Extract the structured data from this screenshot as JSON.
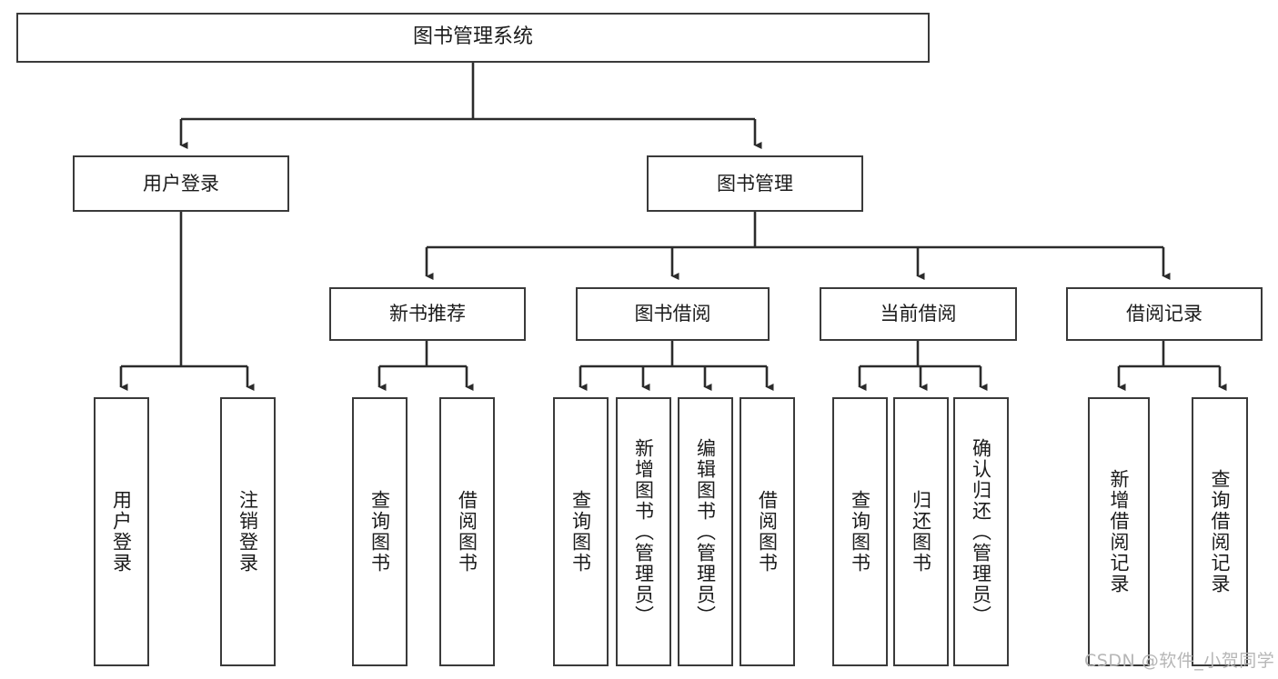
{
  "diagram": {
    "type": "tree",
    "title": "图书管理系统",
    "orientation": "top-down",
    "colors": {
      "box_border": "#3a3a3a",
      "box_fill": "#ffffff",
      "connector": "#2b2b2b",
      "text": "#1b1b1b",
      "watermark": "#b6b6b6",
      "background": "#ffffff"
    },
    "watermark": "CSDN @软件_小贺同学",
    "nodes": {
      "root": {
        "label": "图书管理系统",
        "level": 1
      },
      "level2": [
        {
          "id": "user-login",
          "label": "用户登录"
        },
        {
          "id": "book-management",
          "label": "图书管理"
        }
      ],
      "level3": [
        {
          "id": "new-book-recommend",
          "label": "新书推荐",
          "parent": "book-management"
        },
        {
          "id": "book-borrow",
          "label": "图书借阅",
          "parent": "book-management"
        },
        {
          "id": "current-borrow",
          "label": "当前借阅",
          "parent": "book-management"
        },
        {
          "id": "borrow-record",
          "label": "借阅记录",
          "parent": "book-management"
        }
      ],
      "leaves": [
        {
          "id": "leaf-user-login",
          "label": "用户登录",
          "parent": "user-login"
        },
        {
          "id": "leaf-logout-login",
          "label": "注销登录",
          "parent": "user-login"
        },
        {
          "id": "leaf-query-book-1",
          "label": "查询图书",
          "parent": "new-book-recommend"
        },
        {
          "id": "leaf-borrow-book-1",
          "label": "借阅图书",
          "parent": "new-book-recommend"
        },
        {
          "id": "leaf-query-book-2",
          "label": "查询图书",
          "parent": "book-borrow"
        },
        {
          "id": "leaf-add-book",
          "label": "新增图书（管理员）",
          "parent": "book-borrow"
        },
        {
          "id": "leaf-edit-book",
          "label": "编辑图书（管理员）",
          "parent": "book-borrow"
        },
        {
          "id": "leaf-borrow-book-2",
          "label": "借阅图书",
          "parent": "book-borrow"
        },
        {
          "id": "leaf-query-book-3",
          "label": "查询图书",
          "parent": "current-borrow"
        },
        {
          "id": "leaf-return-book",
          "label": "归还图书",
          "parent": "current-borrow"
        },
        {
          "id": "leaf-confirm-return",
          "label": "确认归还（管理员）",
          "parent": "current-borrow"
        },
        {
          "id": "leaf-add-record",
          "label": "新增借阅记录",
          "parent": "borrow-record"
        },
        {
          "id": "leaf-query-record",
          "label": "查询借阅记录",
          "parent": "borrow-record"
        }
      ]
    }
  }
}
